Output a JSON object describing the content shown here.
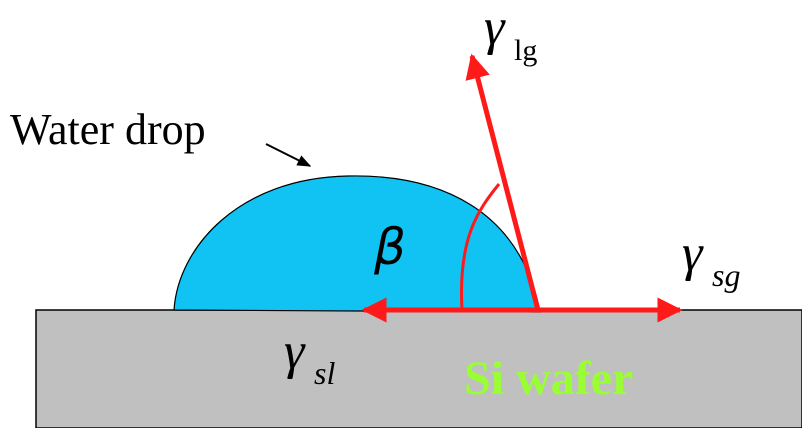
{
  "labels": {
    "drop_label": "Water drop",
    "substrate_label": "Si wafer",
    "angle_symbol": "β",
    "gamma_lg": {
      "symbol": "γ",
      "subscript": "lg"
    },
    "gamma_sg": {
      "symbol": "γ",
      "subscript": "sg"
    },
    "gamma_sl": {
      "symbol": "γ",
      "subscript": "sl"
    }
  },
  "colors": {
    "drop_fill": "#11c3f2",
    "wafer_fill": "#c0c0c0",
    "vector": "#ff1a1a",
    "substrate_text": "#99ff33",
    "outline": "#000000"
  }
}
